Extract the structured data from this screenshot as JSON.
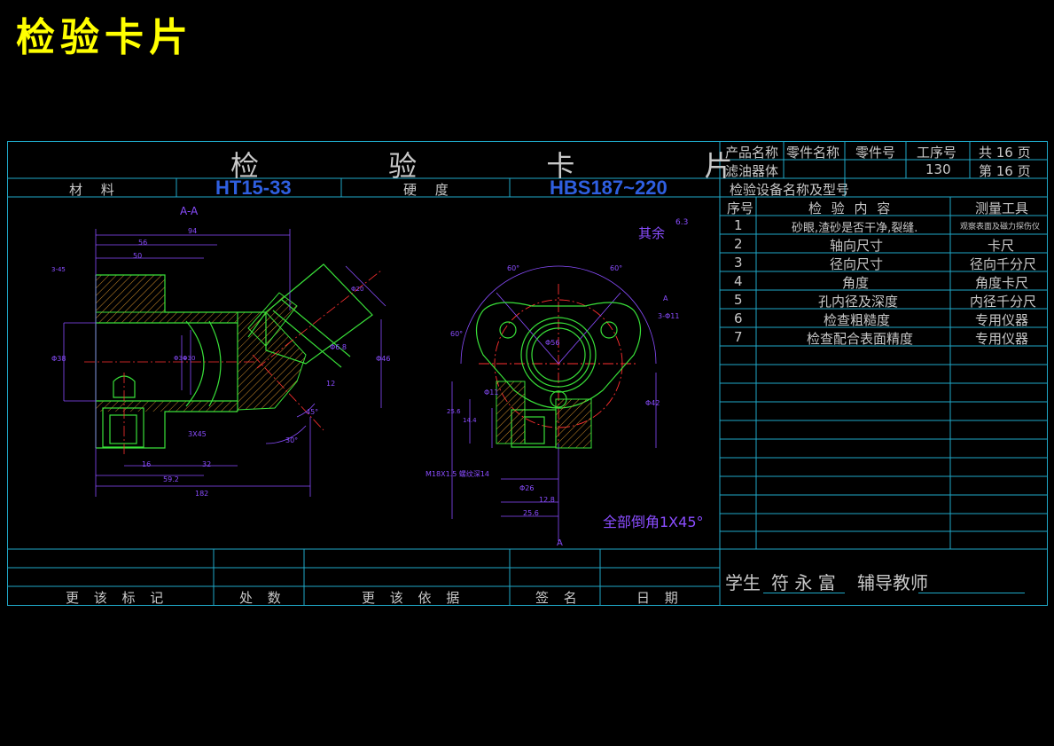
{
  "main_title": "检验卡片",
  "card_title": "检 验 卡 片",
  "header": {
    "material_label": "材 料",
    "material_value": "HT15-33",
    "hardness_label": "硬 度",
    "hardness_value": "HBS187~220"
  },
  "product_info": {
    "product_name_label": "产品名称",
    "part_name_label": "零件名称",
    "part_no_label": "零件号",
    "process_no_label": "工序号",
    "total_pages": "共 16 页",
    "product_name_value": "滤油器体",
    "process_no_value": "130",
    "page_no": "第 16 页",
    "equipment_label": "检验设备名称及型号"
  },
  "inspection_table": {
    "headers": [
      "序号",
      "检 验 内 容",
      "测量工具"
    ],
    "rows": [
      {
        "no": "1",
        "content": "砂眼,渣砂是否干净,裂缝.",
        "tool": "观察表面及磁力探伤仪"
      },
      {
        "no": "2",
        "content": "轴向尺寸",
        "tool": "卡尺"
      },
      {
        "no": "3",
        "content": "径向尺寸",
        "tool": "径向千分尺"
      },
      {
        "no": "4",
        "content": "角度",
        "tool": "角度卡尺"
      },
      {
        "no": "5",
        "content": "孔内径及深度",
        "tool": "内径千分尺"
      },
      {
        "no": "6",
        "content": "检查粗糙度",
        "tool": "专用仪器"
      },
      {
        "no": "7",
        "content": "检查配合表面精度",
        "tool": "专用仪器"
      }
    ]
  },
  "footer": {
    "labels": [
      "更 该 标 记",
      "处 数",
      "更 该 依 据",
      "签 名",
      "日 期"
    ],
    "student_label": "学生",
    "student_name": "符 永 富",
    "advisor_label": "辅导教师"
  },
  "drawing": {
    "section_label": "A-A",
    "roughness_note": "其余",
    "roughness_value": "6.3",
    "chamfer_note": "全部倒角1X45°",
    "thread_note": "M18X1.5  螺纹深14",
    "view_arrow_label": "A",
    "dims_left": [
      "94",
      "56",
      "50",
      "182",
      "59.2",
      "32",
      "16",
      "3X45",
      "Φ38",
      "Φ46",
      "Φ30",
      "Φ34",
      "3-45",
      "Φ6.8",
      "Φ20",
      "45°",
      "30°",
      "12"
    ],
    "dims_right": [
      "60°",
      "60°",
      "60°",
      "A",
      "3-Φ11",
      "Φ11",
      "25.6",
      "14.4",
      "Φ26",
      "12.8",
      "25.6",
      "Φ42",
      "Φ56"
    ],
    "colors": {
      "frame": "#1fa8c8",
      "outline": "#39e039",
      "dimension": "#8a4dff",
      "centerline": "#ff3030",
      "hatch": "#c98a2a",
      "text": "#c8c8c8",
      "title": "#ffff00",
      "value": "#2f5fe0"
    }
  }
}
